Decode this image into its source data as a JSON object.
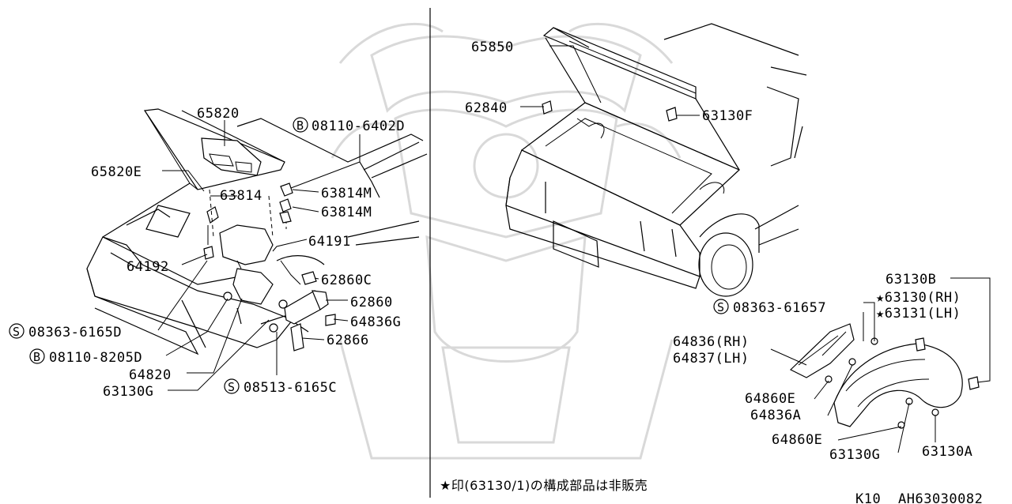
{
  "labels": {
    "p65820": "65820",
    "p08110_6402D": "08110-6402D",
    "p65820E": "65820E",
    "p63814": "63814",
    "p63814M_1": "63814M",
    "p63814M_2": "63814M",
    "p64191": "64191",
    "p64192": "64192",
    "p62860C": "62860C",
    "p62860": "62860",
    "p64836G": "64836G",
    "p62866": "62866",
    "p08363_6165D": "08363-6165D",
    "p08110_8205D": "08110-8205D",
    "p64820": "64820",
    "p63130G_left": "63130G",
    "p08513_6165C": "08513-6165C",
    "p65850": "65850",
    "p62840": "62840",
    "p63130F": "63130F",
    "p63130B": "63130B",
    "p63130RH": "★63130(RH)",
    "p63131LH": "★63131(LH)",
    "p08363_61657": "08363-61657",
    "p64836RH": "64836(RH)",
    "p64837LH": "64837(LH)",
    "p64860E_1": "64860E",
    "p64836A": "64836A",
    "p64860E_2": "64860E",
    "p63130G_right": "63130G",
    "p63130A": "63130A"
  },
  "markers": {
    "bolt": "B",
    "screw": "S"
  },
  "footnote": "★印(63130/1)の構成部品は非販売",
  "footer": {
    "model": "K10",
    "code": "AH63030082"
  },
  "icons": {
    "watermark": "samurai-helmet-watermark",
    "star": "star-icon"
  }
}
